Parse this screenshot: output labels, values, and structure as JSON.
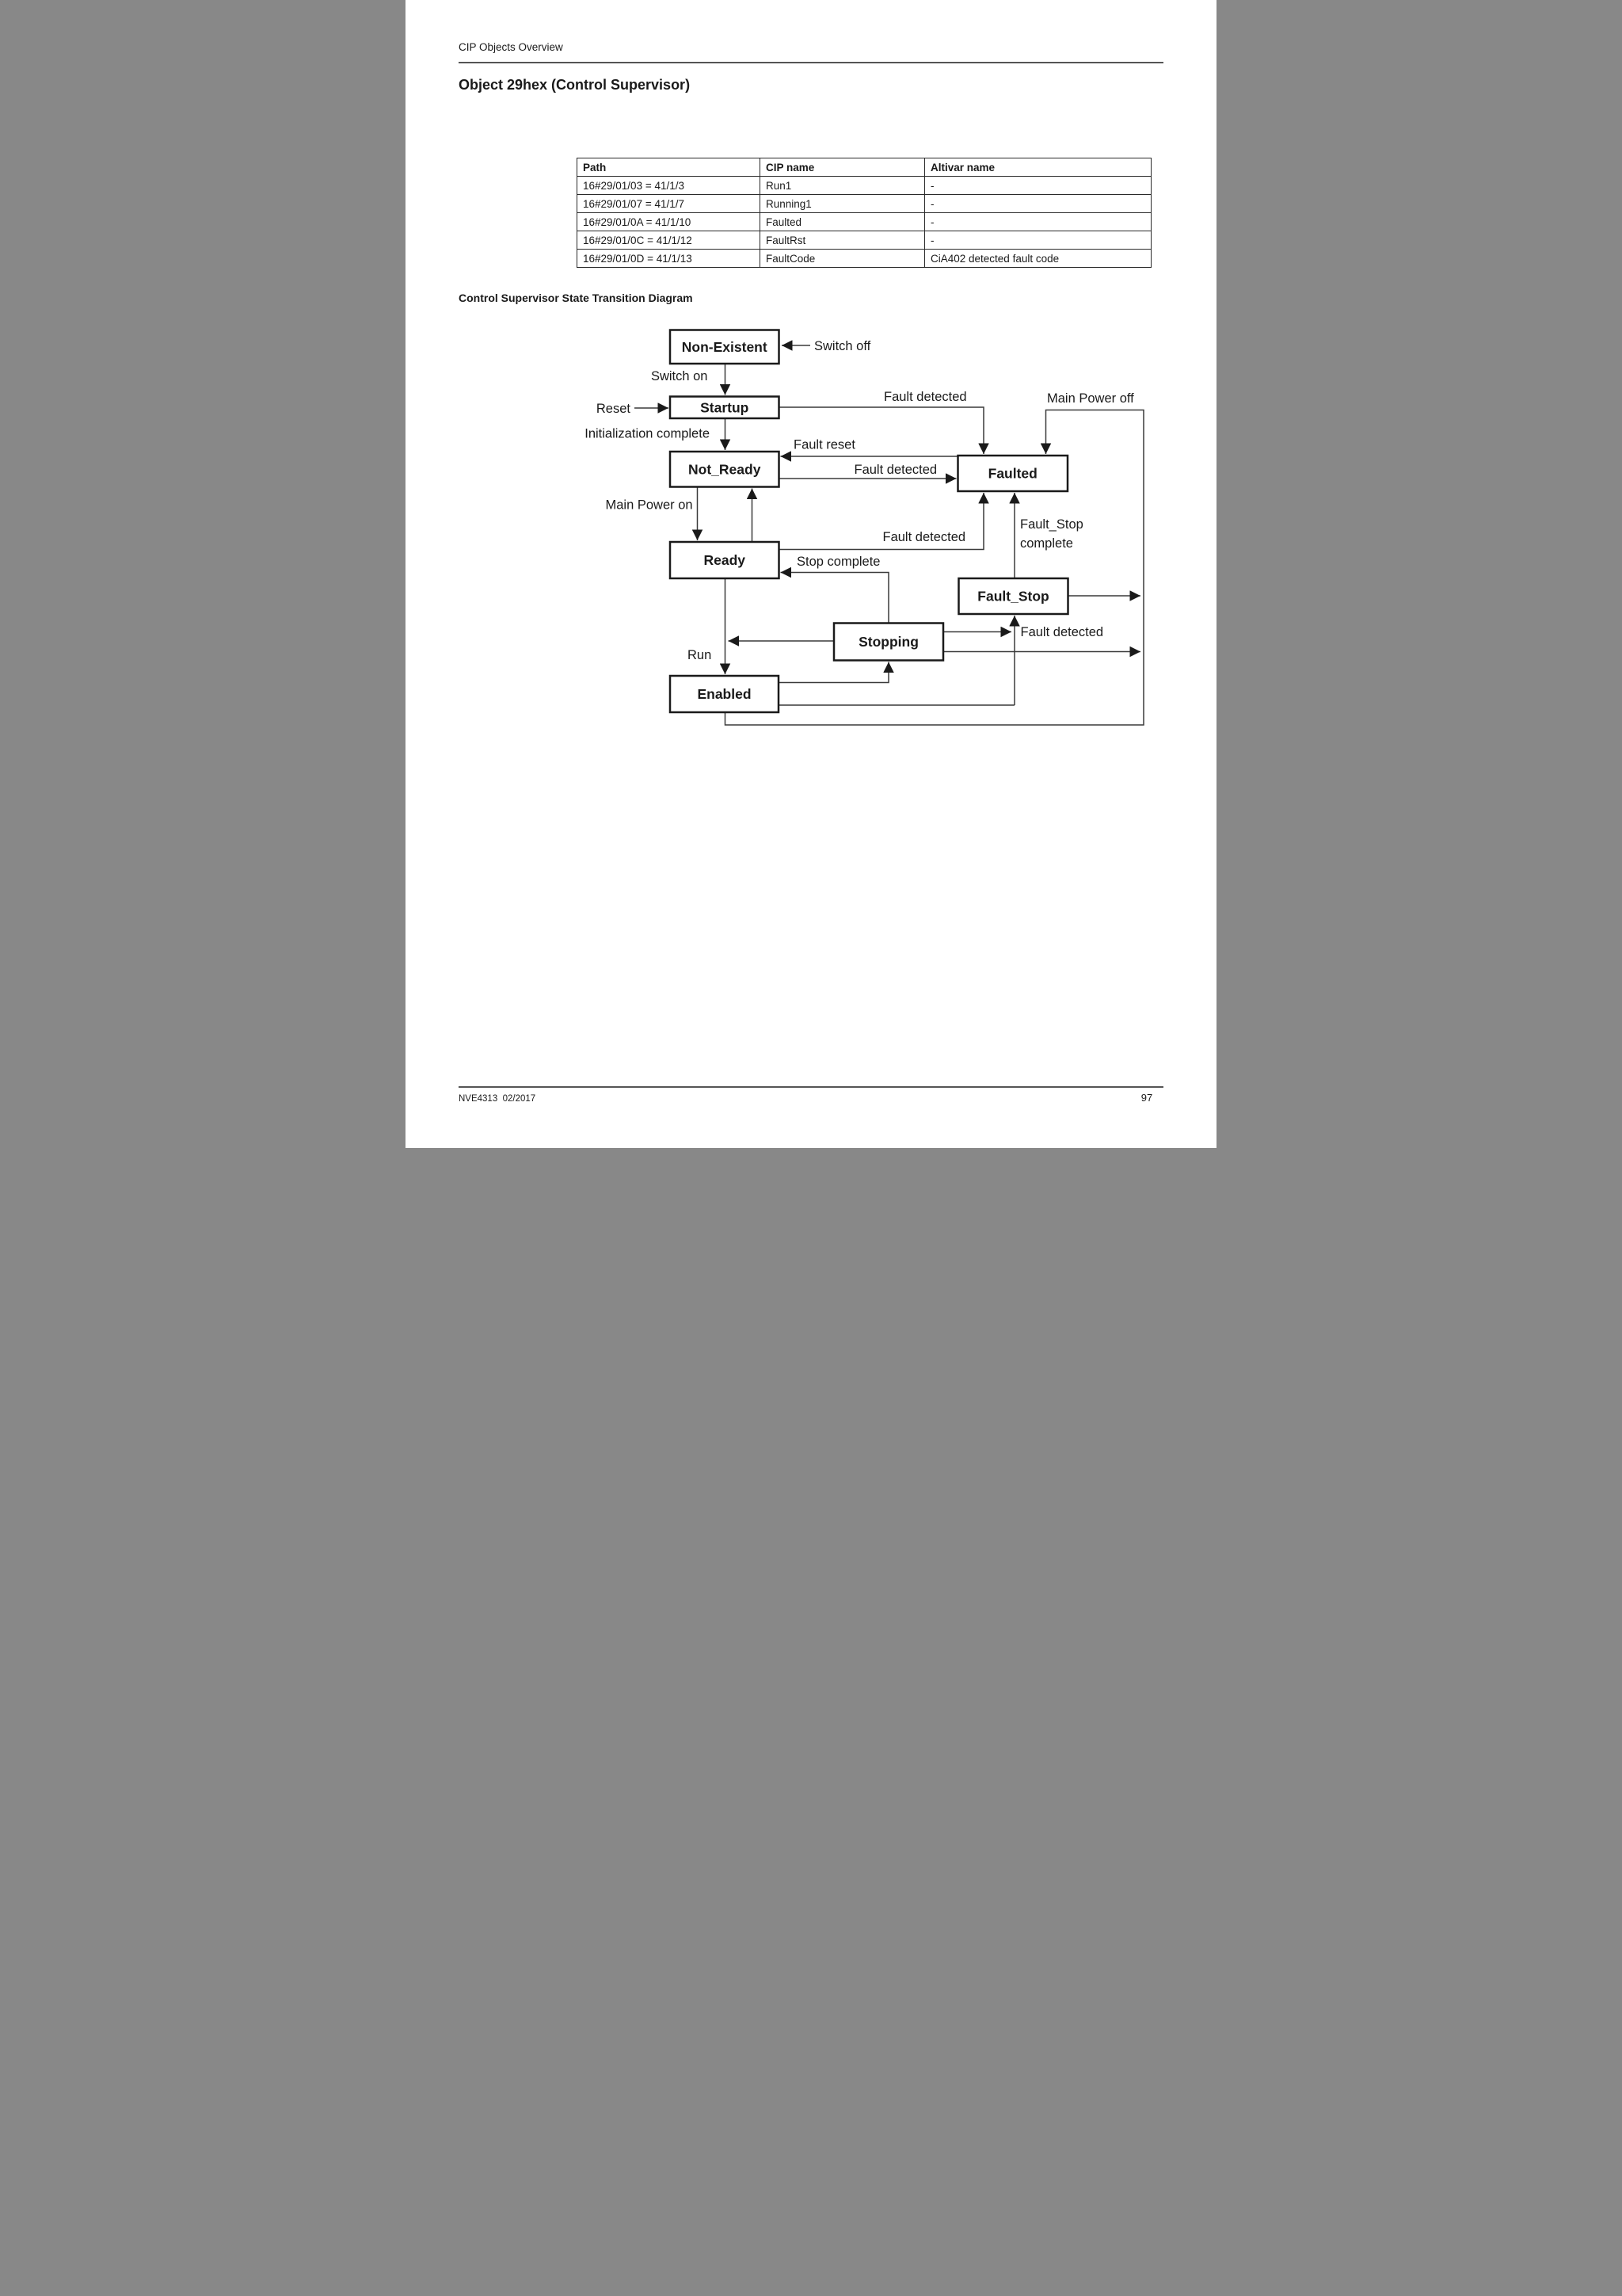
{
  "page": {
    "header": "CIP Objects Overview",
    "title": "Object 29hex (Control Supervisor)",
    "section_heading": "Control Supervisor State Transition Diagram",
    "footer_left": "NVE4313  02/2017",
    "page_number": "97"
  },
  "table": {
    "columns": [
      "Path",
      "CIP name",
      "Altivar name"
    ],
    "rows": [
      [
        "16#29/01/03 = 41/1/3",
        "Run1",
        "-"
      ],
      [
        "16#29/01/07 = 41/1/7",
        "Running1",
        "-"
      ],
      [
        "16#29/01/0A = 41/1/10",
        "Faulted",
        "-"
      ],
      [
        "16#29/01/0C = 41/1/12",
        "FaultRst",
        "-"
      ],
      [
        "16#29/01/0D = 41/1/13",
        "FaultCode",
        "CiA402 detected fault code"
      ]
    ]
  },
  "diagram": {
    "states": [
      "Non-Existent",
      "Startup",
      "Not_Ready",
      "Ready",
      "Enabled",
      "Faulted",
      "Fault_Stop",
      "Stopping"
    ],
    "labels": {
      "switch_off": "Switch off",
      "switch_on": "Switch on",
      "reset": "Reset",
      "fault_detected_startup": "Fault detected",
      "main_power_off": "Main Power off",
      "initialization_complete": "Initialization complete",
      "fault_reset": "Fault reset",
      "fault_detected_not_ready": "Fault detected",
      "main_power_on": "Main Power on",
      "fault_detected_ready": "Fault detected",
      "fault_stop_complete_line1": "Fault_Stop",
      "fault_stop_complete_line2": "complete",
      "stop_complete": "Stop complete",
      "fault_detected_stopping": "Fault detected",
      "run": "Run"
    },
    "transitions": [
      {
        "from": "",
        "to": "Non-Existent",
        "label": "Switch off"
      },
      {
        "from": "Non-Existent",
        "to": "Startup",
        "label": "Switch on"
      },
      {
        "from": "",
        "to": "Startup",
        "label": "Reset"
      },
      {
        "from": "Startup",
        "to": "Not_Ready",
        "label": "Initialization complete"
      },
      {
        "from": "Startup",
        "to": "Faulted",
        "label": "Fault detected"
      },
      {
        "from": "",
        "to": "Faulted",
        "label": "Main Power off"
      },
      {
        "from": "Faulted",
        "to": "Not_Ready",
        "label": "Fault reset"
      },
      {
        "from": "Not_Ready",
        "to": "Faulted",
        "label": "Fault detected"
      },
      {
        "from": "Not_Ready",
        "to": "Ready",
        "label": "Main Power on"
      },
      {
        "from": "Ready",
        "to": "Not_Ready",
        "label": ""
      },
      {
        "from": "Ready",
        "to": "Faulted",
        "label": "Fault detected"
      },
      {
        "from": "Fault_Stop",
        "to": "Faulted",
        "label": "Fault_Stop complete"
      },
      {
        "from": "Stopping",
        "to": "Ready",
        "label": "Stop complete"
      },
      {
        "from": "Ready",
        "to": "Enabled",
        "label": "Run"
      },
      {
        "from": "Enabled",
        "to": "Stopping",
        "label": ""
      },
      {
        "from": "Stopping",
        "to": "Fault_Stop",
        "label": "Fault detected"
      },
      {
        "from": "Enabled",
        "to": "Fault_Stop",
        "label": ""
      }
    ],
    "colors": {
      "box_border": "#1a1a1a",
      "line": "#3a3a3a",
      "text": "#1a1a1a",
      "box_fill": "#ffffff"
    }
  }
}
